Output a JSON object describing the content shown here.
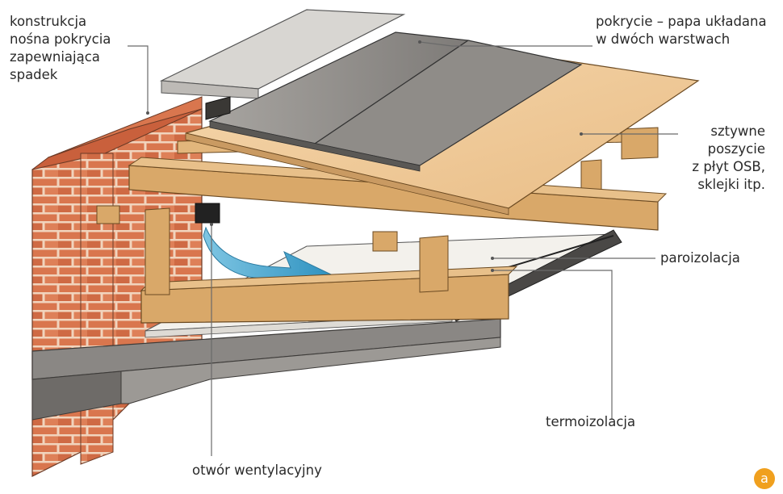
{
  "labels": {
    "konstrukcja": [
      "konstrukcja",
      "nośna pokrycia",
      "zapewniająca",
      "spadek"
    ],
    "pokrycie": [
      "pokrycie – papa układana",
      "w dwóch warstwach"
    ],
    "poszycie": [
      "sztywne",
      "poszycie",
      "z płyt OSB,",
      "sklejki itp."
    ],
    "paroizolacja": "paroizolacja",
    "termoizolacja": "termoizolacja",
    "otwor": "otwór wentylacyjny"
  },
  "badge": "a",
  "colors": {
    "brick": "#d9764e",
    "mortar": "#f1d4bd",
    "timber": "#d9a869",
    "osb": "#f0cc9c",
    "roofing_felt": "#8f8c88",
    "insulation": "#f3f1ec",
    "concrete": "#8a8784",
    "airflow": "#3a9fc9",
    "badge": "#f0a01e"
  }
}
